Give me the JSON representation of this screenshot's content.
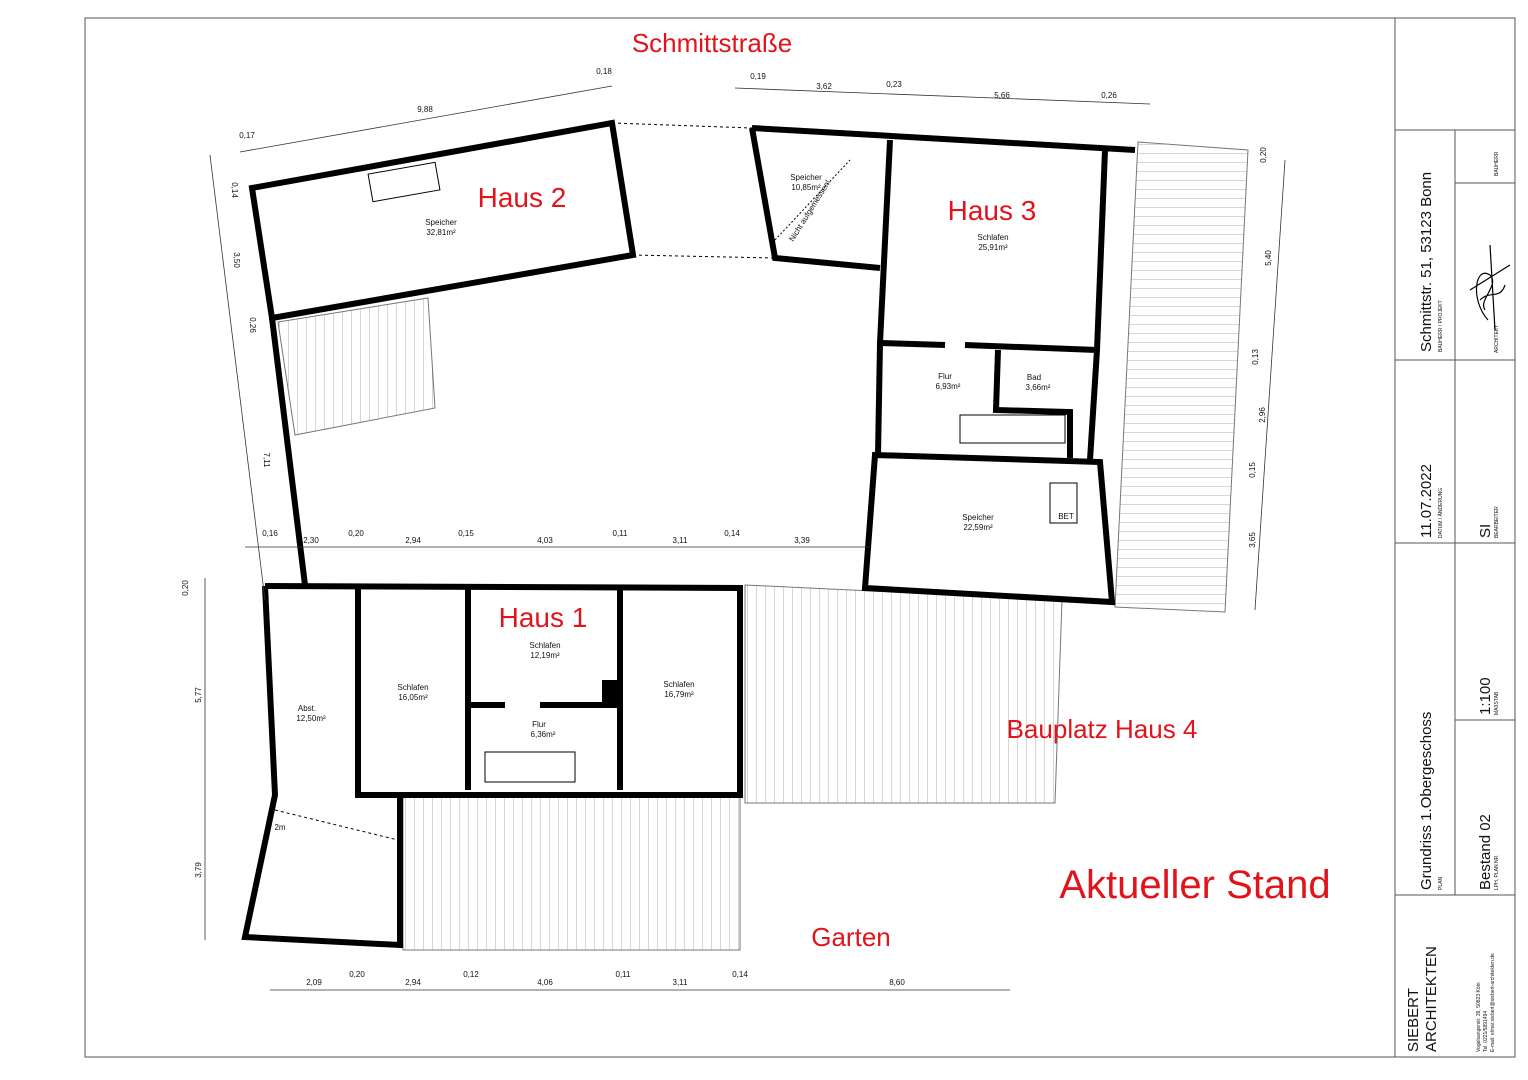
{
  "street_label": "Schmittstraße",
  "garden_label": "Garten",
  "status_label": "Aktueller Stand",
  "houses": {
    "haus1": "Haus 1",
    "haus2": "Haus 2",
    "haus3": "Haus 3",
    "haus4": "Bauplatz Haus 4"
  },
  "rooms": [
    {
      "name": "Speicher",
      "area": "32,81m²"
    },
    {
      "name": "Speicher",
      "area": "10,85m²"
    },
    {
      "name": "Schlafen",
      "area": "25,91m²"
    },
    {
      "name": "Flur",
      "area": "6,93m²"
    },
    {
      "name": "Bad",
      "area": "3,66m²"
    },
    {
      "name": "Speicher",
      "area": "22,59m²"
    },
    {
      "name": "Schlafen",
      "area": "12,19m²"
    },
    {
      "name": "Schlafen",
      "area": "16,05m²"
    },
    {
      "name": "Schlafen",
      "area": "16,79m²"
    },
    {
      "name": "Abst.",
      "area": "12,50m²"
    },
    {
      "name": "Flur",
      "area": "6,36m²"
    }
  ],
  "annotations": {
    "not_measured": "Nicht aufgemessen!",
    "bet": "BET",
    "two_m": "2m"
  },
  "dimensions": {
    "top_left": [
      "0,17",
      "9,88",
      "0,18"
    ],
    "top_right": [
      "0,19",
      "3,62",
      "0,23",
      "5,66",
      "0,26"
    ],
    "left_upper": [
      "0,14",
      "3,50",
      "0,26",
      "7,11"
    ],
    "right": [
      "0,20",
      "5,40",
      "0,13",
      "2,96",
      "0,15",
      "3,65"
    ],
    "middle": [
      "0,16",
      "2,30",
      "0,20",
      "2,94",
      "0,15",
      "4,03",
      "0,11",
      "3,11",
      "0,14",
      "3,39"
    ],
    "left_lower": [
      "0,20",
      "5,77",
      "3,79"
    ],
    "bottom": [
      "2,09",
      "0,20",
      "2,94",
      "0,12",
      "4,06",
      "0,11",
      "3,11",
      "0,14",
      "8,60"
    ]
  },
  "title_block": {
    "project": "Schmittstr. 51, 53123 Bonn",
    "project_caption": "BAUHERR / PROJEKT",
    "client_caption": "BAUHERR",
    "architect_caption": "ARCHITEKT",
    "date": "11.07.2022",
    "date_caption": "DATUM / ÄNDERUNG",
    "editor": "SI",
    "editor_caption": "BEARBEITER",
    "plan": "Grundriss 1.Obergeschoss",
    "plan_caption": "PLAN",
    "scale": "1:100",
    "scale_caption": "MAßSTAB",
    "plan_no": "Bestand 02",
    "plan_no_caption": "LPH, PLAN NR.",
    "firm_line1": "SIEBERT",
    "firm_line2": "ARCHITEKTEN",
    "address": "Vogelsangerstr. 39, 50823 Köln",
    "phone": "Tel. 0221/5891494",
    "email": "E-mail: elmar.siebert@siebert-architekten.de"
  },
  "colors": {
    "accent_red": "#e0141b",
    "wall": "#000000"
  }
}
